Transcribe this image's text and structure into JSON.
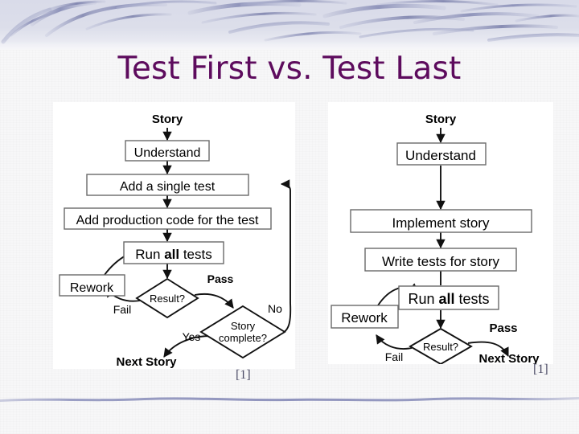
{
  "slide": {
    "title": "Test First vs. Test Last",
    "title_color": "#5d0b5d",
    "background_color": "#f7f7f8",
    "band_color": "#d9dbe9",
    "rule_color": "#9b9ec4"
  },
  "citations": {
    "left": "[1]",
    "right": "[1]"
  },
  "diagrams": [
    {
      "id": "test-first",
      "caption": "[1]",
      "nodes": [
        {
          "id": "story",
          "type": "label",
          "text": "Story"
        },
        {
          "id": "understand",
          "type": "process",
          "text": "Understand"
        },
        {
          "id": "add-single-test",
          "type": "process",
          "text": "Add a single test"
        },
        {
          "id": "add-prod-code",
          "type": "process",
          "text": "Add production code for the test"
        },
        {
          "id": "run-all-tests",
          "type": "process",
          "text": "Run all tests",
          "bold_word": "all"
        },
        {
          "id": "rework",
          "type": "process",
          "text": "Rework"
        },
        {
          "id": "result",
          "type": "decision",
          "text": "Result?"
        },
        {
          "id": "story-complete",
          "type": "decision",
          "text": "Story complete?"
        },
        {
          "id": "next-story",
          "type": "label",
          "text": "Next Story"
        }
      ],
      "edge_labels": [
        "Pass",
        "Fail",
        "Yes",
        "No"
      ]
    },
    {
      "id": "test-last",
      "caption": "[1]",
      "nodes": [
        {
          "id": "story",
          "type": "label",
          "text": "Story"
        },
        {
          "id": "understand",
          "type": "process",
          "text": "Understand"
        },
        {
          "id": "implement-story",
          "type": "process",
          "text": "Implement story"
        },
        {
          "id": "write-tests",
          "type": "process",
          "text": "Write tests for story"
        },
        {
          "id": "run-all-tests",
          "type": "process",
          "text": "Run all tests",
          "bold_word": "all"
        },
        {
          "id": "rework",
          "type": "process",
          "text": "Rework"
        },
        {
          "id": "result",
          "type": "decision",
          "text": "Result?"
        },
        {
          "id": "next-story",
          "type": "label",
          "text": "Next Story"
        }
      ],
      "edge_labels": [
        "Pass",
        "Fail"
      ]
    }
  ],
  "left_diagram_text": {
    "story": "Story",
    "understand": "Understand",
    "add_single_test": "Add a single test",
    "add_prod_code": "Add production code for the test",
    "run_prefix": "Run ",
    "run_bold": "all",
    "run_suffix": " tests",
    "rework": "Rework",
    "result": "Result?",
    "story_complete_line1": "Story",
    "story_complete_line2": "complete?",
    "next_story": "Next Story",
    "pass": "Pass",
    "fail": "Fail",
    "yes": "Yes",
    "no": "No"
  },
  "right_diagram_text": {
    "story": "Story",
    "understand": "Understand",
    "implement_story": "Implement story",
    "write_tests": "Write tests for story",
    "run_prefix": "Run ",
    "run_bold": "all",
    "run_suffix": " tests",
    "rework": "Rework",
    "result": "Result?",
    "next_story": "Next Story",
    "pass": "Pass",
    "fail": "Fail"
  }
}
